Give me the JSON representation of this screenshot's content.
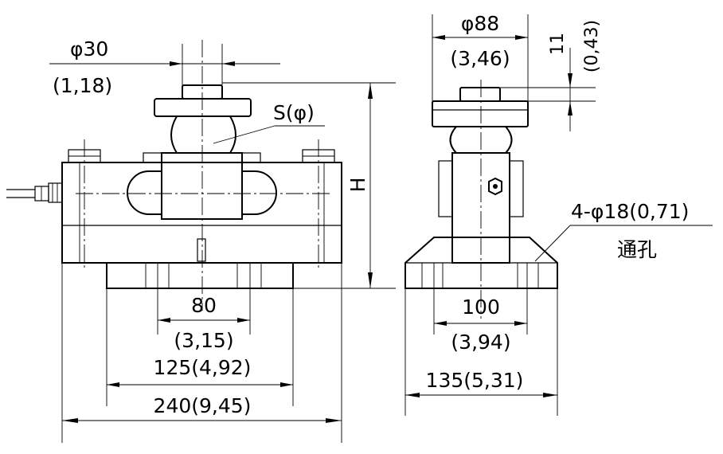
{
  "front_view": {
    "pin_diameter": "φ30",
    "pin_diameter_inch": "(1,18)",
    "ball_label": "S(φ)",
    "height_label": "H",
    "dim_80": "80",
    "dim_80_inch": "(3,15)",
    "dim_125": "125(4,92)",
    "dim_240": "240(9,45)"
  },
  "side_view": {
    "top_diameter": "φ88",
    "top_diameter_inch": "(3,46)",
    "dim_11": "11",
    "dim_11_inch": "(0,43)",
    "hole_spec": "4-φ18(0,71)",
    "hole_note": "通孔",
    "dim_100": "100",
    "dim_100_inch": "(3,94)",
    "dim_135": "135(5,31)"
  }
}
